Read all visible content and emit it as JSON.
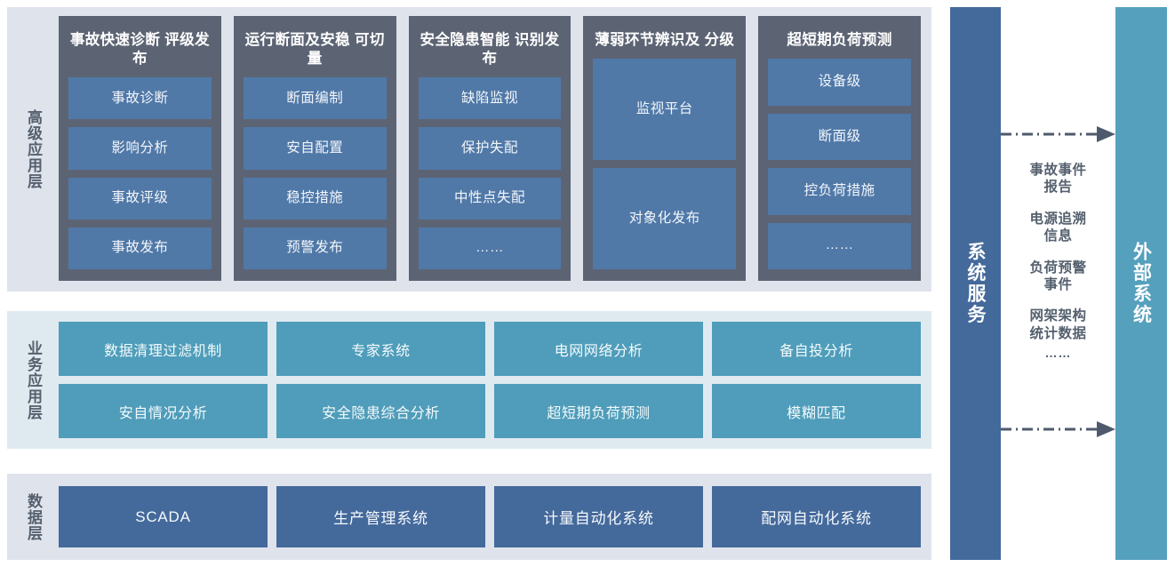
{
  "advanced_layer": {
    "label": "高级应用层",
    "columns": [
      {
        "title": "事故快速诊断\n评级发布",
        "items": [
          "事故诊断",
          "影响分析",
          "事故评级",
          "事故发布"
        ]
      },
      {
        "title": "运行断面及安稳\n可切量",
        "items": [
          "断面编制",
          "安自配置",
          "稳控措施",
          "预警发布"
        ]
      },
      {
        "title": "安全隐患智能\n识别发布",
        "items": [
          "缺陷监视",
          "保护失配",
          "中性点失配",
          "……"
        ]
      },
      {
        "title": "薄弱环节辨识及\n分级",
        "items": [
          "监视平台",
          "对象化发布"
        ]
      },
      {
        "title": "超短期负荷预测",
        "items": [
          "设备级",
          "断面级",
          "控负荷措施",
          "……"
        ]
      }
    ]
  },
  "business_layer": {
    "label": "业务应用层",
    "rows": [
      [
        "数据清理过滤机制",
        "专家系统",
        "电网网络分析",
        "备自投分析"
      ],
      [
        "安自情况分析",
        "安全隐患综合分析",
        "超短期负荷预测",
        "模糊匹配"
      ]
    ]
  },
  "data_layer": {
    "label": "数据层",
    "items": [
      "SCADA",
      "生产管理系统",
      "计量自动化系统",
      "配网自动化系统"
    ]
  },
  "system_service": {
    "label": "系统服务"
  },
  "external_system": {
    "label": "外部系统"
  },
  "exchange": {
    "labels": [
      "事故事件\n报告",
      "电源追溯\n信息",
      "负荷预警\n事件",
      "网架架构\n统计数据"
    ],
    "ellipsis": "……"
  },
  "colors": {
    "panel_gray": "#dfe3ec",
    "panel_blue": "#dfeaf0",
    "column_dark": "#5c6474",
    "item_blue": "#5079a8",
    "business_teal": "#4f9dba",
    "data_navy": "#44699b",
    "external_teal": "#55a0bd",
    "label_text": "#55606e",
    "arrow": "#4e5a6b"
  }
}
